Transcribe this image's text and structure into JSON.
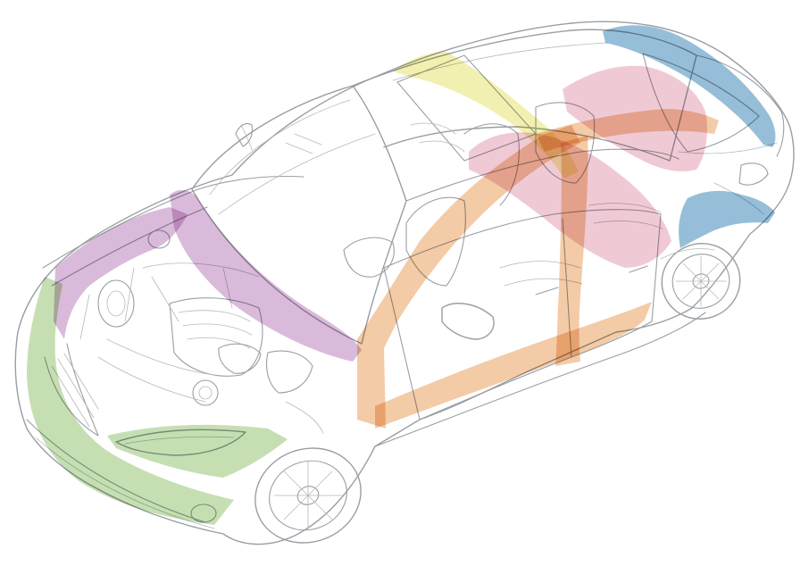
{
  "image": {
    "type": "technical cutaway illustration",
    "subject": "sedan-car-body-structure",
    "background_color": "#ffffff",
    "line_color": "#9a9ea3"
  },
  "zones": [
    {
      "name": "front-bumper-zone",
      "color": "#7fb856",
      "opacity": 0.45
    },
    {
      "name": "hood-zone",
      "color": "#a85aa6",
      "opacity": 0.42
    },
    {
      "name": "cowl-zone",
      "color": "#a85aa6",
      "opacity": 0.42
    },
    {
      "name": "a-pillar-zone",
      "color": "#e9a15e",
      "opacity": 0.55
    },
    {
      "name": "b-pillar-zone",
      "color": "#e9a15e",
      "opacity": 0.55
    },
    {
      "name": "side-sill-zone",
      "color": "#e9a15e",
      "opacity": 0.55
    },
    {
      "name": "roof-rail-zone",
      "color": "#e9a15e",
      "opacity": 0.55
    },
    {
      "name": "roof-header-zone",
      "color": "#e6e264",
      "opacity": 0.5
    },
    {
      "name": "rear-seat-zone",
      "color": "#dc8aa0",
      "opacity": 0.45
    },
    {
      "name": "c-pillar-zone",
      "color": "#dc8aa0",
      "opacity": 0.45
    },
    {
      "name": "trunk-lid-zone",
      "color": "#3f88b8",
      "opacity": 0.55
    },
    {
      "name": "rear-quarter-zone",
      "color": "#3f88b8",
      "opacity": 0.55
    }
  ],
  "labels": []
}
